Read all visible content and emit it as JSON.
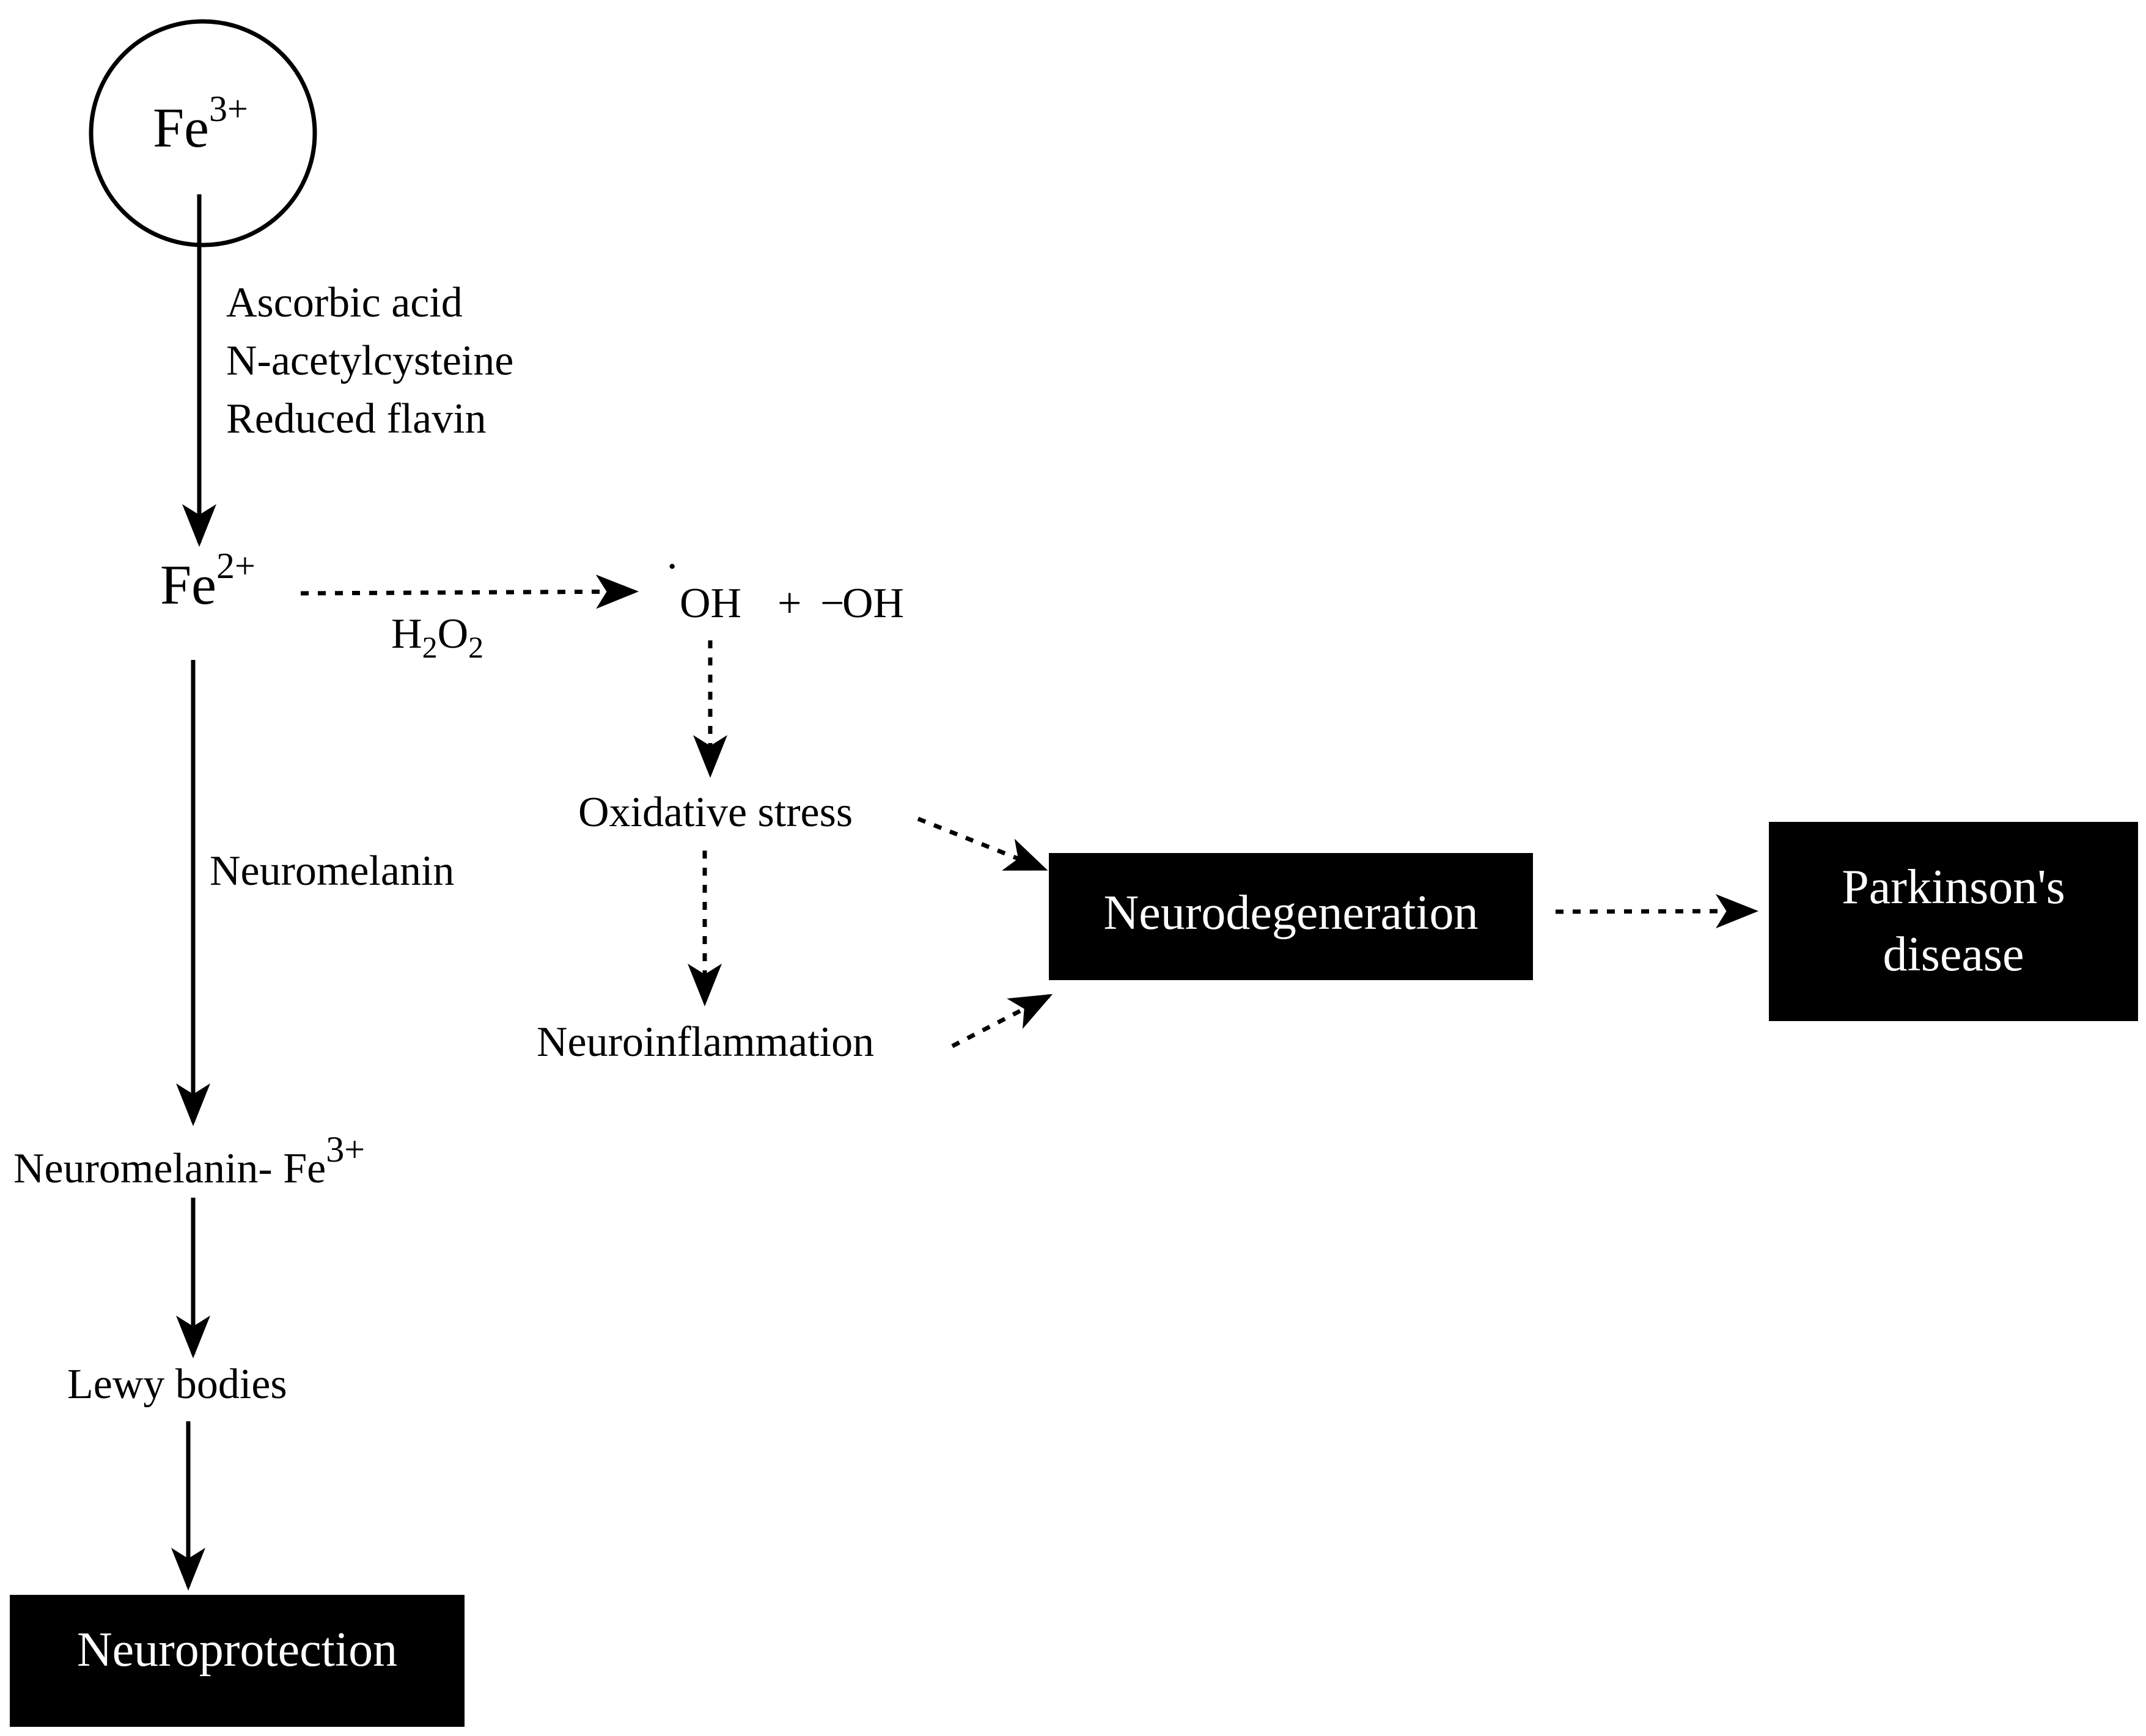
{
  "nodes": {
    "fe3": {
      "base": "Fe",
      "sup": "3+"
    },
    "fe2": {
      "base": "Fe",
      "sup": "2+"
    },
    "reducers": [
      "Ascorbic acid",
      "N-acetylcysteine",
      "Reduced flavin"
    ],
    "h2o2": {
      "h": "H",
      "two_a": "2",
      "o": "O",
      "two_b": "2"
    },
    "radicals": {
      "dot": "·",
      "oh": "OH",
      "plus": "+",
      "minus": "−",
      "oh2": "OH"
    },
    "oxidative_stress": "Oxidative stress",
    "neuroinflammation": "Neuroinflammation",
    "neuromelanin": "Neuromelanin",
    "neuromelanin_fe": {
      "base": "Neuromelanin- Fe",
      "sup": "3+"
    },
    "lewy_bodies": "Lewy bodies",
    "neuroprotection": "Neuroprotection",
    "neurodegeneration": "Neurodegeneration",
    "parkinsons": [
      "Parkinson's",
      "disease"
    ]
  },
  "colors": {
    "ink": "#000000",
    "box_fill": "#000000",
    "box_text": "#ffffff",
    "background": "#ffffff"
  }
}
